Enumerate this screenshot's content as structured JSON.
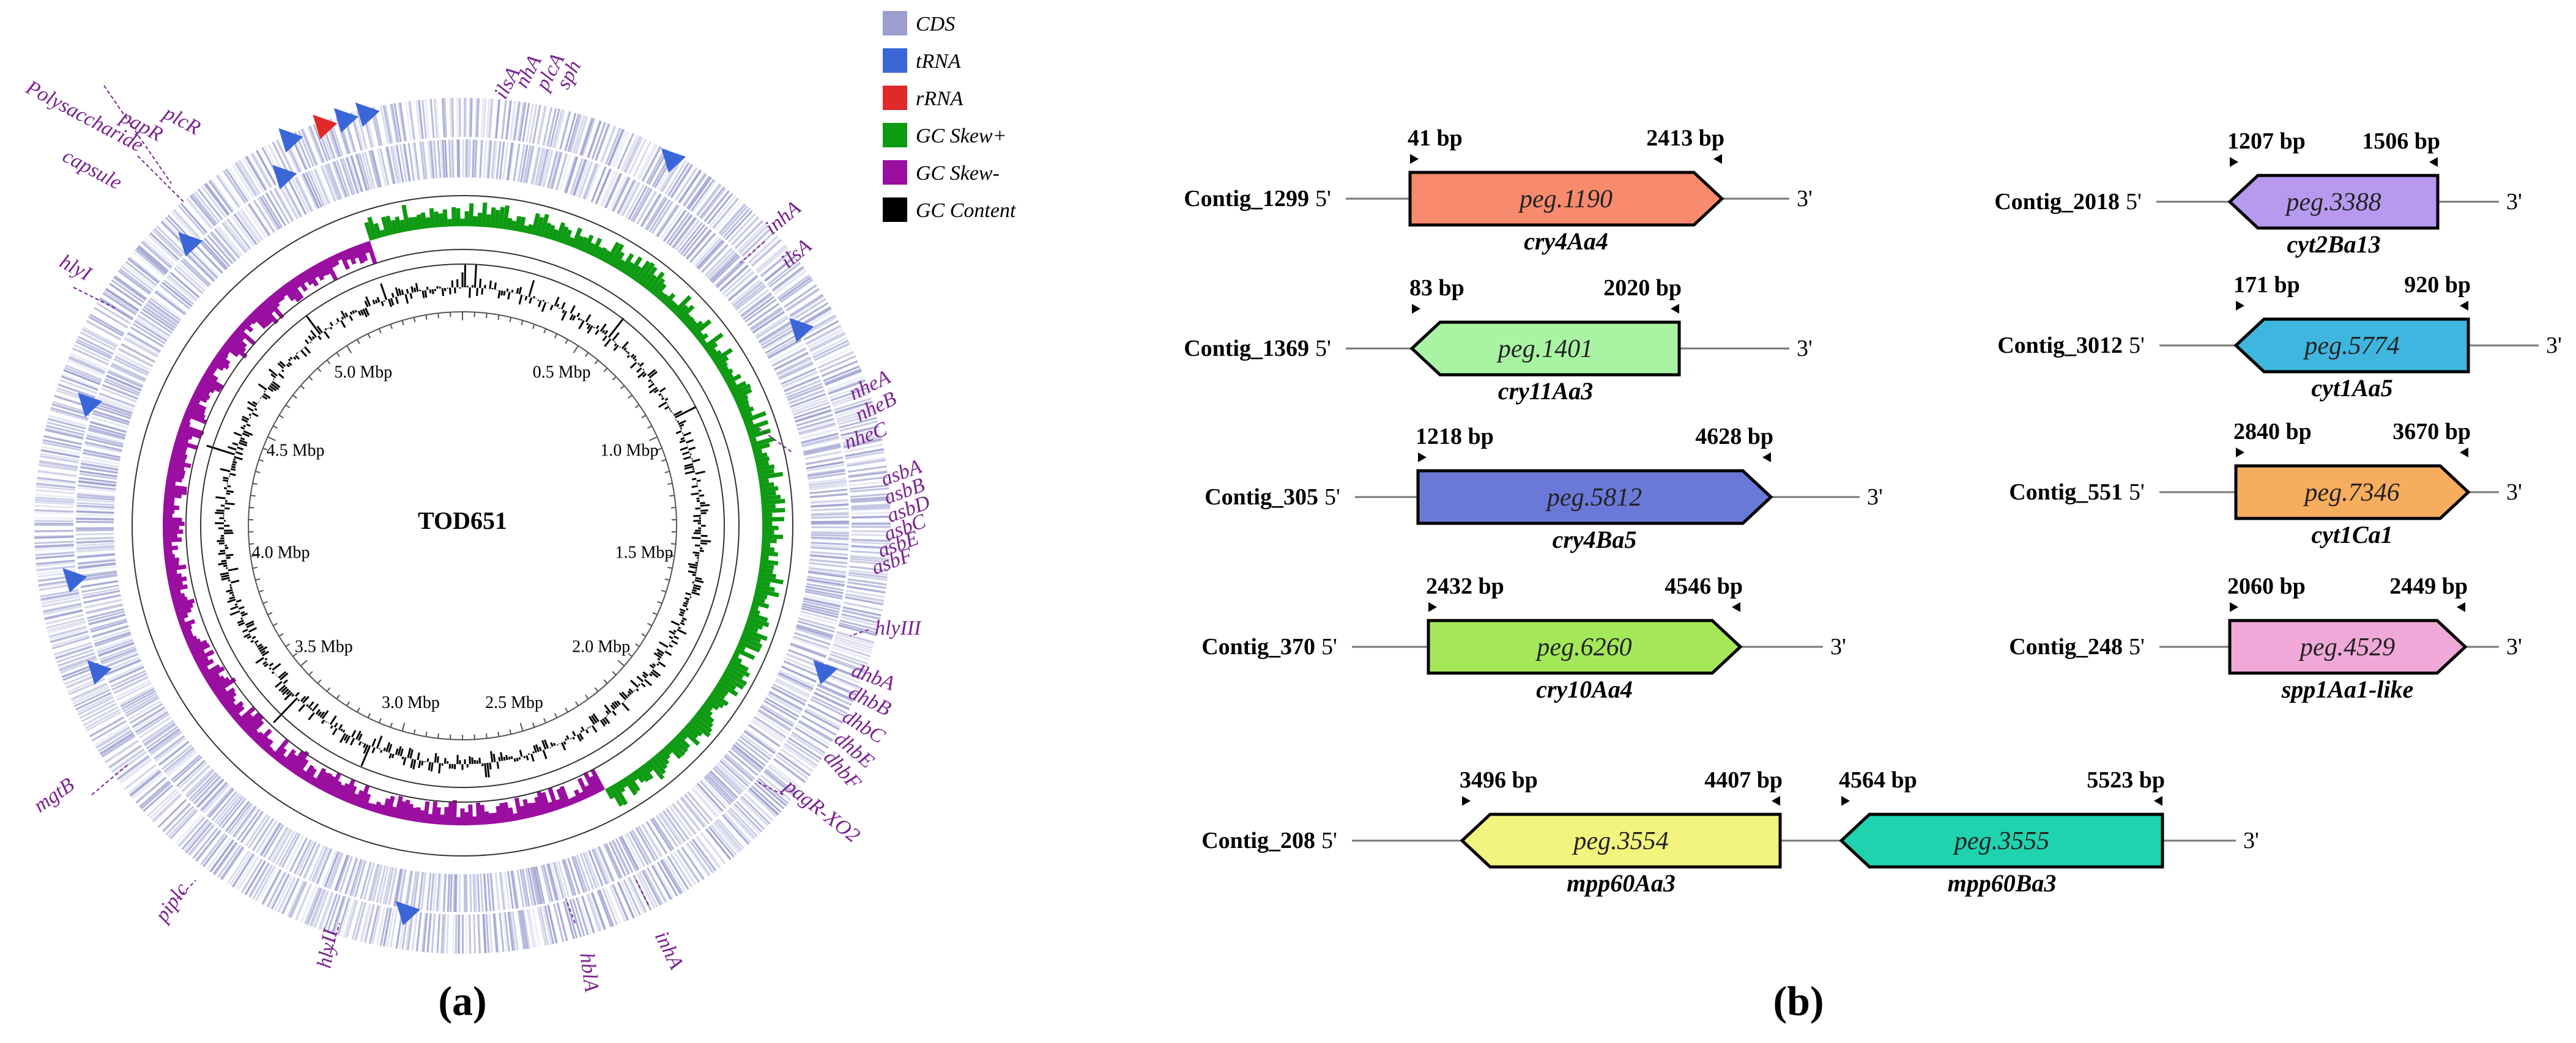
{
  "panel_a": {
    "caption": "(a)",
    "genome_label": "TOD651",
    "legend": [
      {
        "label": "CDS",
        "color": "#9c9ed0"
      },
      {
        "label": "tRNA",
        "color": "#3a66d8"
      },
      {
        "label": "rRNA",
        "color": "#e02a2a"
      },
      {
        "label": "GC Skew+",
        "color": "#0e9a12"
      },
      {
        "label": "GC Skew-",
        "color": "#9a0ea0"
      },
      {
        "label": "GC Content",
        "color": "#000000"
      }
    ],
    "scale_ticks": [
      "0.5 Mbp",
      "1.0 Mbp",
      "1.5 Mbp",
      "2.0 Mbp",
      "2.5 Mbp",
      "3.0 Mbp",
      "3.5 Mbp",
      "4.0 Mbp",
      "4.5 Mbp",
      "5.0 Mbp"
    ],
    "gene_labels": [
      "Polysaccharide",
      "capsule",
      "papR",
      "plcR",
      "hlyI",
      "ilsA",
      "nhA",
      "plcA",
      "sph",
      "inhA",
      "ilsA",
      "nheA",
      "nheB",
      "nheC",
      "asbA",
      "asbB",
      "asbD",
      "asbC",
      "asbE",
      "asbF",
      "hlyIII",
      "dhbA",
      "dhbB",
      "dhbC",
      "dhbE",
      "dhbF",
      "pagR-XO2",
      "inhA",
      "hblA",
      "hlyII",
      "piplc",
      "mgtB"
    ],
    "colors": {
      "label": "#7a2290",
      "cds": "#9c9ed0",
      "trna": "#3a66d8"
    }
  },
  "panel_b": {
    "caption": "(b)",
    "five_prime": "5'",
    "three_prime": "3'",
    "contigs": [
      {
        "name": "Contig_1299",
        "genes": [
          {
            "id": "peg.1190",
            "label": "cry4Aa4",
            "start": "41 bp",
            "end": "2413 bp",
            "strand": "+",
            "color": "#f88a6e"
          }
        ]
      },
      {
        "name": "Contig_1369",
        "genes": [
          {
            "id": "peg.1401",
            "label": "cry11Aa3",
            "start": "83 bp",
            "end": "2020 bp",
            "strand": "-",
            "color": "#a9f4a3"
          }
        ]
      },
      {
        "name": "Contig_305",
        "genes": [
          {
            "id": "peg.5812",
            "label": "cry4Ba5",
            "start": "1218 bp",
            "end": "4628 bp",
            "strand": "+",
            "color": "#6a79d8"
          }
        ]
      },
      {
        "name": "Contig_370",
        "genes": [
          {
            "id": "peg.6260",
            "label": "cry10Aa4",
            "start": "2432 bp",
            "end": "4546 bp",
            "strand": "+",
            "color": "#a4e85a"
          }
        ]
      },
      {
        "name": "Contig_2018",
        "genes": [
          {
            "id": "peg.3388",
            "label": "cyt2Ba13",
            "start": "1207 bp",
            "end": "1506 bp",
            "strand": "-",
            "color": "#b79af0"
          }
        ]
      },
      {
        "name": "Contig_3012",
        "genes": [
          {
            "id": "peg.5774",
            "label": "cyt1Aa5",
            "start": "171 bp",
            "end": "920 bp",
            "strand": "-",
            "color": "#3fb6e0"
          }
        ]
      },
      {
        "name": "Contig_551",
        "genes": [
          {
            "id": "peg.7346",
            "label": "cyt1Ca1",
            "start": "2840 bp",
            "end": "3670 bp",
            "strand": "+",
            "color": "#f6ad5d"
          }
        ]
      },
      {
        "name": "Contig_248",
        "genes": [
          {
            "id": "peg.4529",
            "label": "spp1Aa1-like",
            "start": "2060 bp",
            "end": "2449 bp",
            "strand": "+",
            "color": "#f0a8d8"
          }
        ]
      },
      {
        "name": "Contig_208",
        "genes": [
          {
            "id": "peg.3554",
            "label": "mpp60Aa3",
            "start": "3496 bp",
            "end": "4407 bp",
            "strand": "-",
            "color": "#f2f47e"
          },
          {
            "id": "peg.3555",
            "label": "mpp60Ba3",
            "start": "4564 bp",
            "end": "5523 bp",
            "strand": "-",
            "color": "#1fd3ae"
          }
        ]
      }
    ]
  }
}
